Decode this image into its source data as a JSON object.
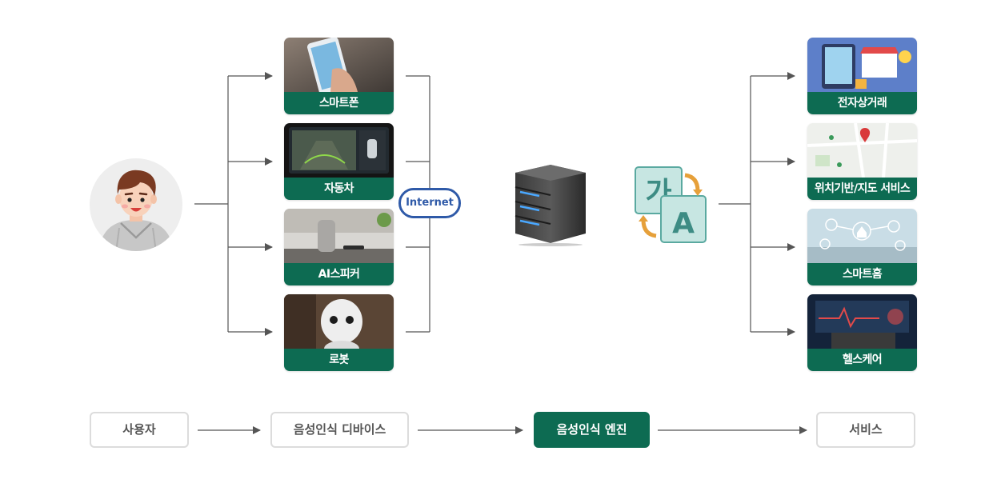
{
  "devices": [
    {
      "label": "스마트폰"
    },
    {
      "label": "자동차"
    },
    {
      "label": "AI스피커"
    },
    {
      "label": "로봇"
    }
  ],
  "network_label": "Internet",
  "services": [
    {
      "label": "전자상거래"
    },
    {
      "label": "위치기반/지도 서비스"
    },
    {
      "label": "스마트홈"
    },
    {
      "label": "헬스케어"
    }
  ],
  "flow": [
    {
      "label": "사용자",
      "active": false
    },
    {
      "label": "음성인식 디바이스",
      "active": false
    },
    {
      "label": "음성인식 엔진",
      "active": true
    },
    {
      "label": "서비스",
      "active": false
    }
  ],
  "colors": {
    "accent_green": "#0d6b52",
    "internet_blue": "#2f5aa8",
    "line_gray": "#555555",
    "box_border": "#dcdcdc"
  }
}
